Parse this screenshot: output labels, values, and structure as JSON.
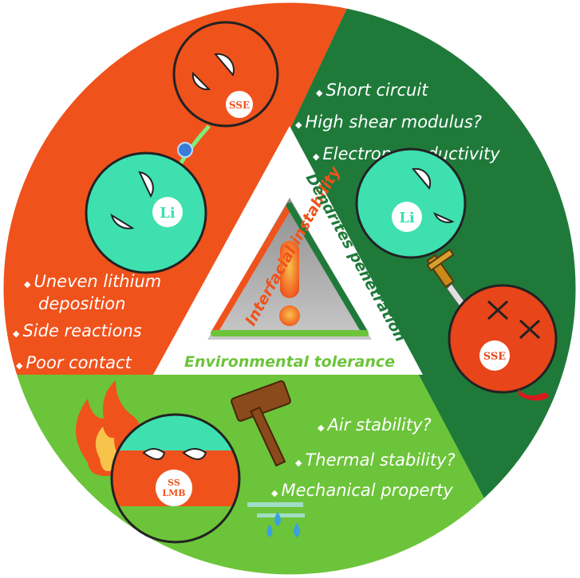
{
  "sections": {
    "interfacial": {
      "title": "Interfacial instability",
      "bullets": [
        "Uneven lithium",
        "deposition",
        "Side reactions",
        "Poor contact"
      ]
    },
    "dendrites": {
      "title": "Dendrites penetration",
      "bullets": [
        "Short circuit",
        "High shear modulus?",
        "Electron conductivity"
      ]
    },
    "environmental": {
      "title": "Environmental tolerance",
      "bullets": [
        "Air stability?",
        "Thermal stability?",
        "Mechanical property"
      ]
    }
  },
  "characters": {
    "sse_top": "SSE",
    "li_left": "Li",
    "li_right": "Li",
    "sse_right": "SSE",
    "sslmb_line1": "SS",
    "sslmb_line2": "LMB"
  },
  "warning_symbol": "!",
  "bullet_glyph": "◆",
  "colors": {
    "orange": "#f0521c",
    "dark_green": "#1f7a3a",
    "light_green": "#6cc43a",
    "teal": "#3ee0b0",
    "red_ball": "#e8451a"
  }
}
